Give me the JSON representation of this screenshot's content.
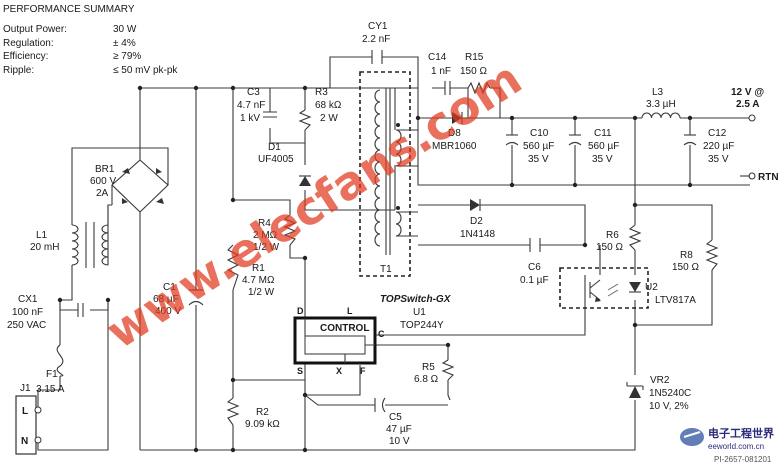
{
  "performance": {
    "title": "PERFORMANCE SUMMARY",
    "rows": [
      {
        "label": "Output Power:",
        "value": "30 W"
      },
      {
        "label": "Regulation:",
        "value": "± 4%"
      },
      {
        "label": "Efficiency:",
        "value": "≥ 79%"
      },
      {
        "label": "Ripple:",
        "value": "≤ 50 mV pk-pk"
      }
    ]
  },
  "components": {
    "cy1": {
      "ref": "CY1",
      "val": "2.2 nF"
    },
    "c14": {
      "ref": "C14",
      "val": "1 nF"
    },
    "r15": {
      "ref": "R15",
      "val": "150 Ω"
    },
    "c3": {
      "ref": "C3",
      "val1": "4.7 nF",
      "val2": "1 kV"
    },
    "r3": {
      "ref": "R3",
      "val1": "68 kΩ",
      "val2": "2 W"
    },
    "d8": {
      "ref": "D8",
      "val": "MBR1060"
    },
    "c10": {
      "ref": "C10",
      "val1": "560 µF",
      "val2": "35 V"
    },
    "c11": {
      "ref": "C11",
      "val1": "560 µF",
      "val2": "35 V"
    },
    "l3": {
      "ref": "L3",
      "val": "3.3 µH"
    },
    "c12": {
      "ref": "C12",
      "val1": "220 µF",
      "val2": "35 V"
    },
    "br1": {
      "ref": "BR1",
      "val1": "600 V",
      "val2": "2A"
    },
    "d1": {
      "ref": "D1",
      "val": "UF4005"
    },
    "r4": {
      "ref": "R4",
      "val1": "2 MΩ",
      "val2": "1/2 W"
    },
    "l1": {
      "ref": "L1",
      "val": "20 mH"
    },
    "r1": {
      "ref": "R1",
      "val1": "4.7 MΩ",
      "val2": "1/2 W"
    },
    "t1": {
      "ref": "T1"
    },
    "d2": {
      "ref": "D2",
      "val": "1N4148"
    },
    "r6": {
      "ref": "R6",
      "val": "150 Ω"
    },
    "c6": {
      "ref": "C6",
      "val": "0.1 µF"
    },
    "r8": {
      "ref": "R8",
      "val": "150 Ω"
    },
    "cx1": {
      "ref": "CX1",
      "val1": "100 nF",
      "val2": "250 VAC"
    },
    "c1": {
      "ref": "C1",
      "val1": "68 µF",
      "val2": "400 V"
    },
    "u2": {
      "ref": "U2",
      "val": "LTV817A"
    },
    "f1": {
      "ref": "F1",
      "val": "3.15 A"
    },
    "r5": {
      "ref": "R5",
      "val": "6.8 Ω"
    },
    "vr2": {
      "ref": "VR2",
      "val1": "1N5240C",
      "val2": "10 V, 2%"
    },
    "r2": {
      "ref": "R2",
      "val": "9.09 kΩ"
    },
    "c5": {
      "ref": "C5",
      "val1": "47 µF",
      "val2": "10 V"
    },
    "j1": {
      "ref": "J1",
      "pin_l": "L",
      "pin_n": "N"
    }
  },
  "ic": {
    "family": "TOPSwitch-GX",
    "ref": "U1",
    "part": "TOP244Y",
    "block": "CONTROL",
    "pins": {
      "d": "D",
      "l": "L",
      "c": "C",
      "s": "S",
      "x": "X",
      "f": "F"
    }
  },
  "outputs": {
    "v_line1": "12 V @",
    "v_line2": "2.5 A",
    "rtn": "RTN"
  },
  "watermark": {
    "main": "www.elecfans.com",
    "badge": "电子工程世界",
    "badge_url": "eeworld.com.cn",
    "doc_id": "PI-2657-081201"
  }
}
